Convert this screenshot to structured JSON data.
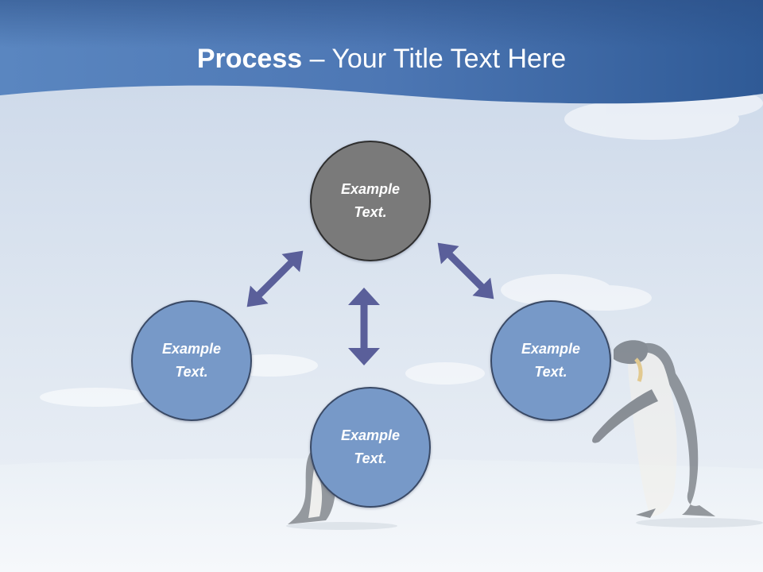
{
  "title": {
    "bold": "Process",
    "rest": " – Your Title Text Here"
  },
  "nodes": {
    "top": {
      "line1": "Example",
      "line2": "Text.",
      "fill": "#7a7a7a"
    },
    "left": {
      "line1": "Example",
      "line2": "Text.",
      "fill": "#7799c8"
    },
    "right": {
      "line1": "Example",
      "line2": "Text.",
      "fill": "#7799c8"
    },
    "bottom": {
      "line1": "Example",
      "line2": "Text.",
      "fill": "#7799c8"
    }
  },
  "colors": {
    "arrow": "#5a5f9a",
    "header": "#3f6aa6",
    "sky": "#cfdbea",
    "snow": "#f2f5f8"
  },
  "icons": [
    "double-arrow",
    "penguin"
  ]
}
